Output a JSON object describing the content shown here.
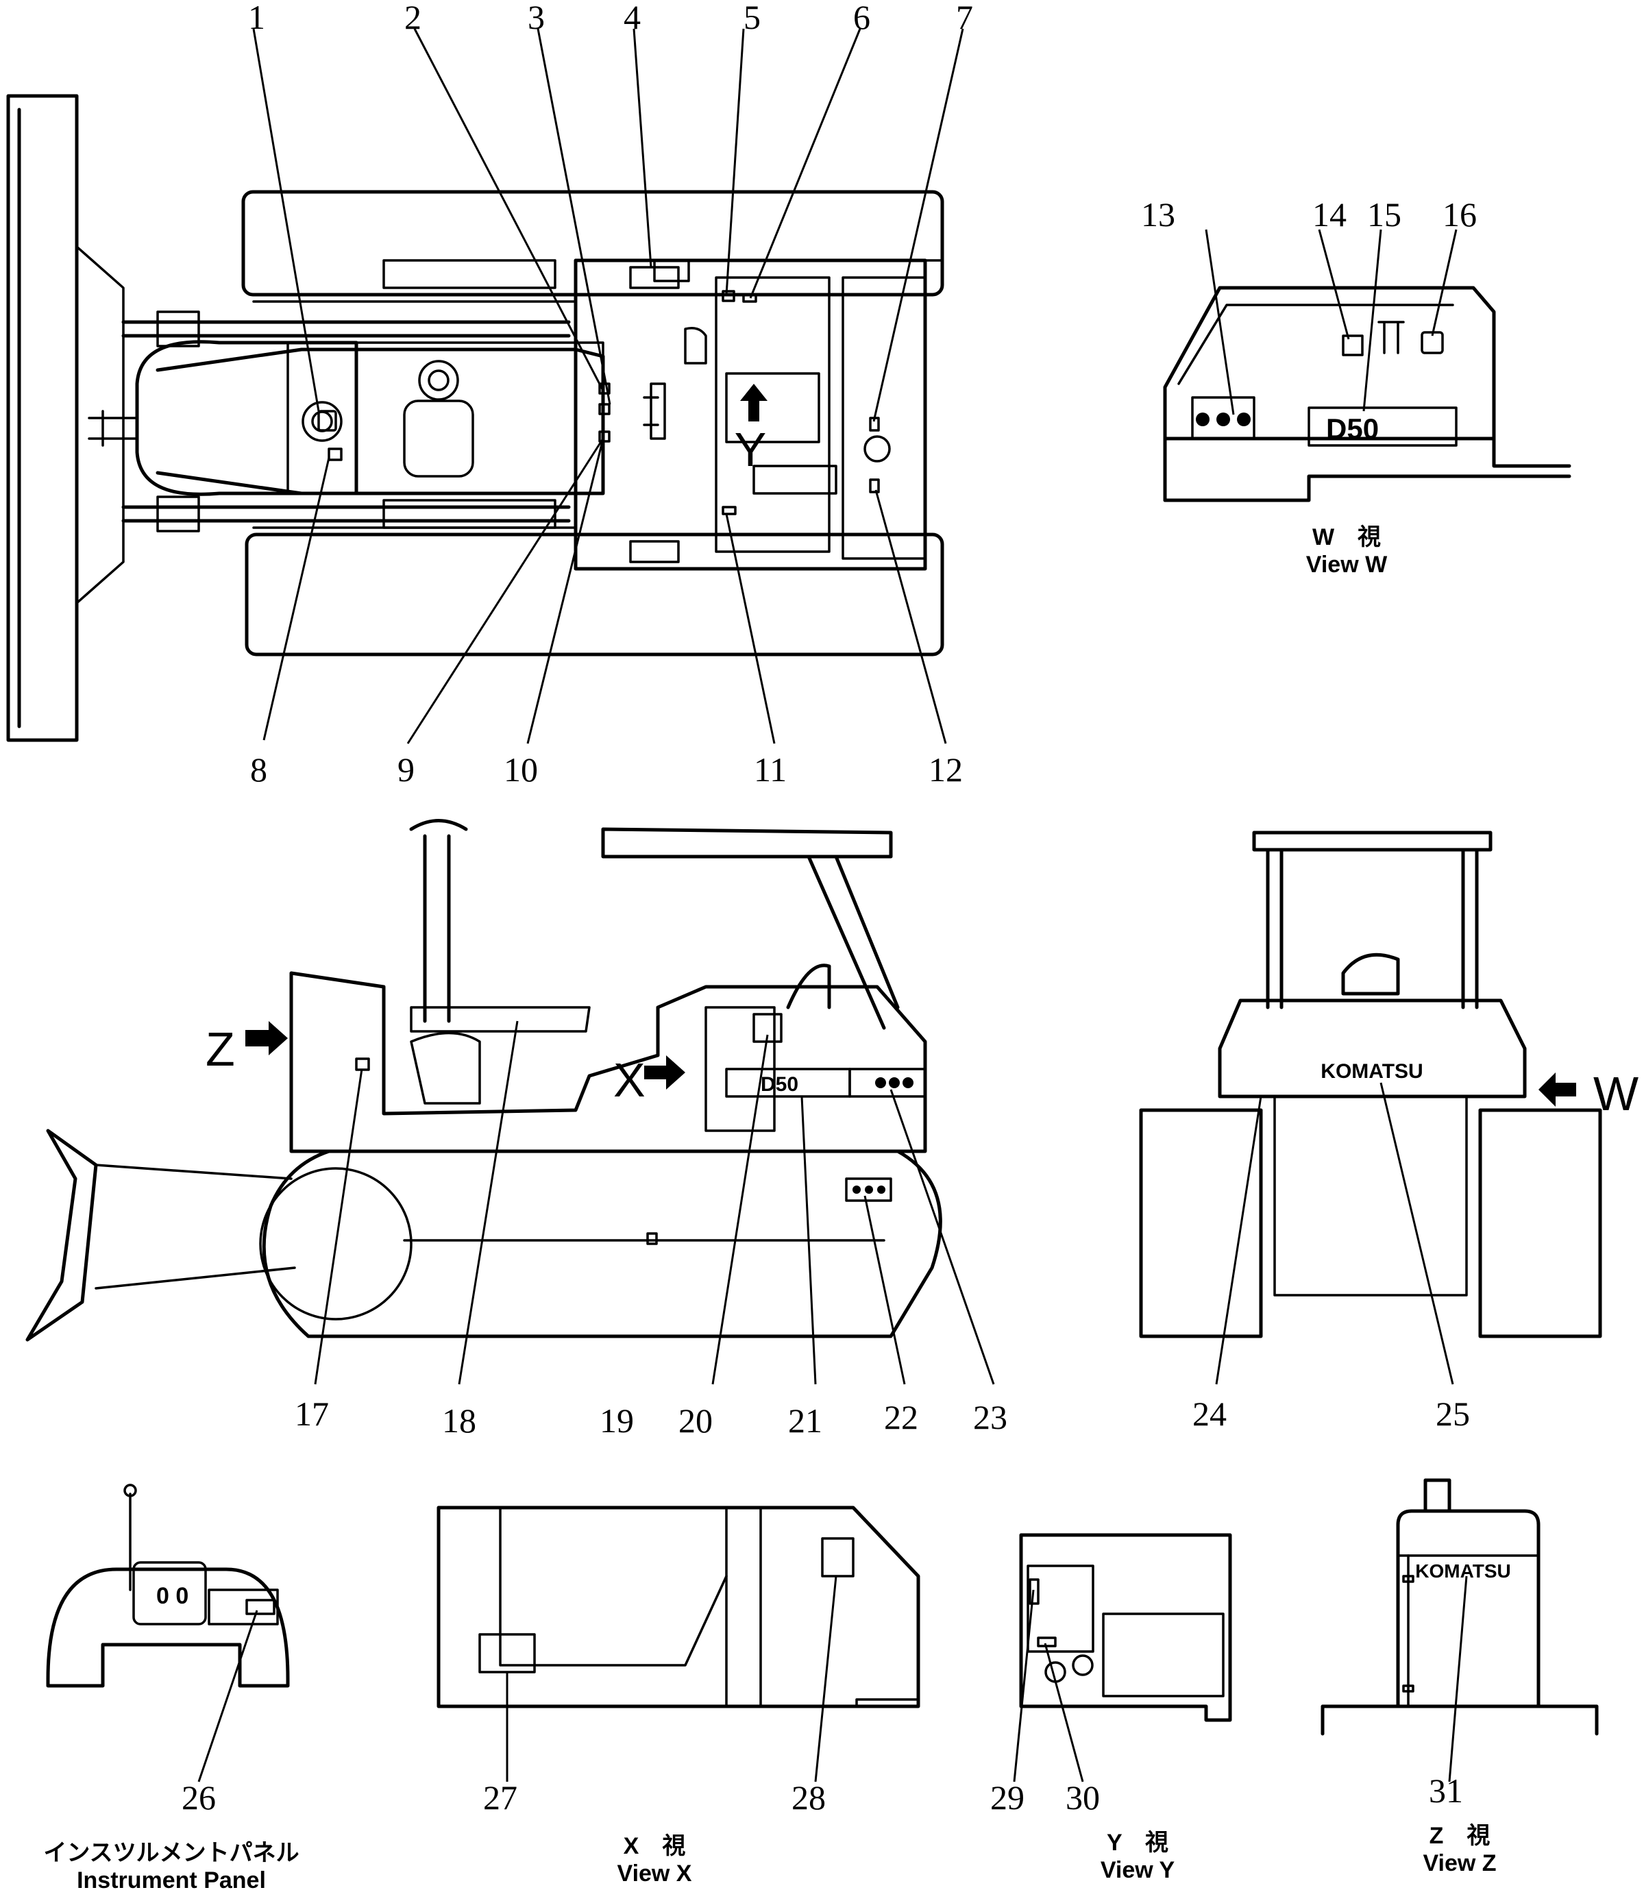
{
  "title": "Komatsu D50 decal location diagram",
  "part_numbers": [
    "1",
    "2",
    "3",
    "4",
    "5",
    "6",
    "7",
    "8",
    "9",
    "10",
    "11",
    "12",
    "13",
    "14",
    "15",
    "16",
    "17",
    "18",
    "19",
    "20",
    "21",
    "22",
    "23",
    "24",
    "25",
    "26",
    "27",
    "28",
    "29",
    "30",
    "31"
  ],
  "views": {
    "w": {
      "jp": "W　視",
      "en": "View  W"
    },
    "x": {
      "jp": "X　視",
      "en": "View  X"
    },
    "y": {
      "jp": "Y　視",
      "en": "View  Y"
    },
    "z": {
      "jp": "Z　視",
      "en": "View  Z"
    },
    "panel": {
      "jp": "インスツルメントパネル",
      "en": "Instrument  Panel"
    }
  },
  "arrows": {
    "x": "X",
    "y": "Y",
    "z": "Z",
    "w": "W"
  },
  "decals": {
    "model": "D50",
    "brand_rear": "KOMATSU",
    "brand_front": "KOMATSU"
  }
}
